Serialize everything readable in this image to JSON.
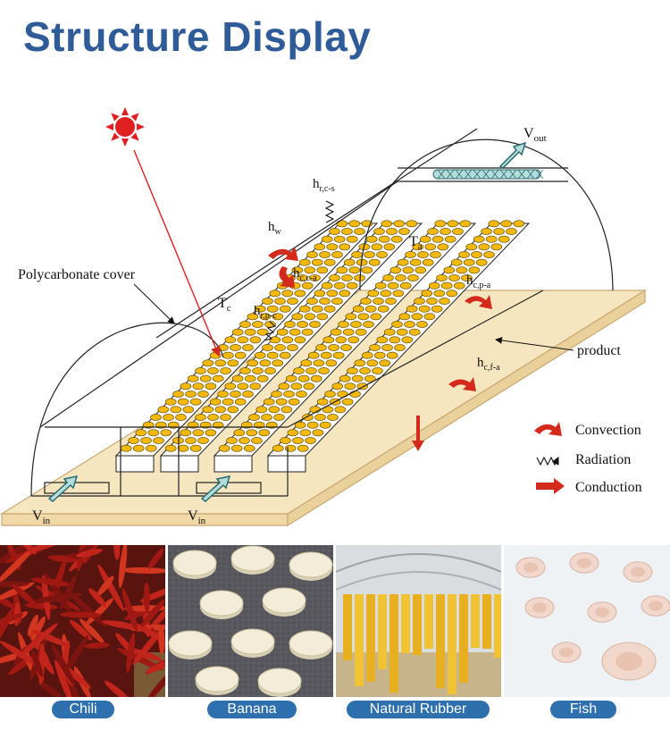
{
  "title": "Structure Display",
  "diagram": {
    "labels": {
      "cover": "Polycarbonate cover",
      "tc": "T",
      "tc_sub": "c",
      "ta": "T",
      "ta_sub": "a",
      "vout": "V",
      "vout_sub": "out",
      "vin": "V",
      "vin_sub": "in",
      "hrcs": "h",
      "hrcs_sub": "r,c-s",
      "hw": "h",
      "hw_sub": "w",
      "hcca": "h",
      "hcca_sub": "c,c-a",
      "hrpc": "h",
      "hrpc_sub": "r,p-c",
      "hcpa": "h",
      "hcpa_sub": "c,p-a",
      "hcfa": "h",
      "hcfa_sub": "c,f-a",
      "product": "product"
    },
    "legend": {
      "convection": "Convection",
      "radiation": "Radiation",
      "conduction": "Conduction"
    },
    "colors": {
      "sun": "#e02020",
      "arrow": "#d42a1c",
      "product": "#f2b90c",
      "board": "#f6e6bf",
      "board_edge": "#c9a874",
      "vent": "#b4dcd9"
    }
  },
  "products": [
    {
      "caption": "Chili"
    },
    {
      "caption": "Banana"
    },
    {
      "caption": "Natural Rubber"
    },
    {
      "caption": "Fish"
    }
  ]
}
